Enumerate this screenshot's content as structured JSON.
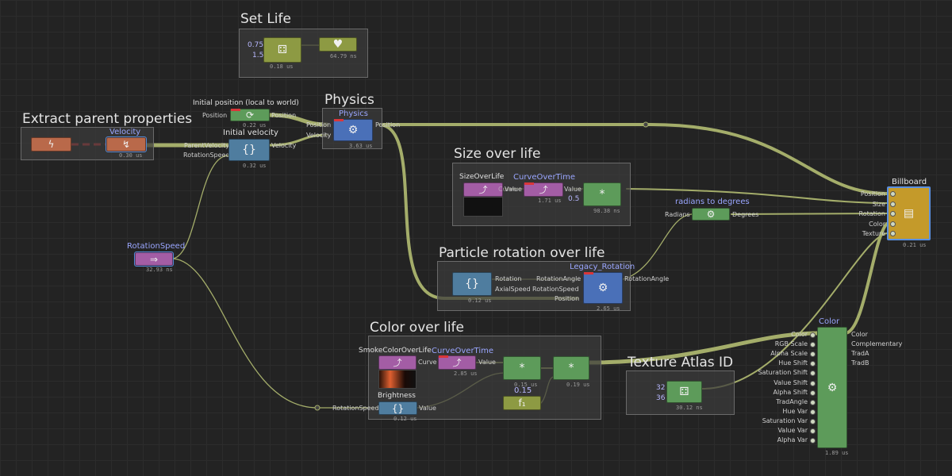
{
  "groups": {
    "set_life": "Set Life",
    "extract_parent": "Extract parent properties",
    "physics": "Physics",
    "size_over_life": "Size over life",
    "particle_rotation": "Particle rotation over life",
    "color_over_life": "Color over life",
    "texture_atlas": "Texture Atlas ID"
  },
  "nodes": {
    "set_life": {
      "in1": "0.75",
      "in2": "1.5",
      "time1": "0.18 us",
      "time2": "64.79 ns"
    },
    "velocity": {
      "title": "Velocity",
      "time": "0.30 us"
    },
    "initial_position": {
      "title": "Initial position (local to world)",
      "in": "Position",
      "out": "Position",
      "time": "0.22 us"
    },
    "initial_velocity": {
      "title": "Initial velocity",
      "in1": "ParentVelocity",
      "in2": "RotationSpeed",
      "out": "Velocity",
      "time": "0.32 us"
    },
    "physics": {
      "title": "Physics",
      "in1": "Position",
      "in2": "Velocity",
      "out": "Position",
      "time": "3.63 us"
    },
    "size_over_life": {
      "title": "SizeOverLife",
      "curve_title": "CurveOverTime",
      "in": "Value",
      "curve_in": "Curve",
      "curve_out": "Value",
      "mult_in": "0.5",
      "curve_time": "1.71 us",
      "mult_time": "98.38 ns"
    },
    "radians_to_degrees": {
      "title": "radians to degrees",
      "in": "Radians",
      "out": "Degrees"
    },
    "rotation_speed": {
      "title": "RotationSpeed",
      "time": "32.93 ns"
    },
    "legacy_rotation": {
      "title": "Legacy_Rotation",
      "param_out1": "Rotation",
      "param_out2": "AxialSpeed",
      "in1": "RotationAngle",
      "in2": "RotationSpeed",
      "in3": "Position",
      "out": "RotationAngle",
      "time": "2.65 us",
      "param_time": "0.12 us"
    },
    "color_over_life": {
      "title": "SmokeColorOverLife",
      "curve_title": "CurveOverTime",
      "curve_in": "Curve",
      "curve_out": "Value",
      "curve_time": "2.85 us",
      "mult1_time": "0.15 us",
      "mult2_time": "0.19 us",
      "const": "0.15"
    },
    "brightness": {
      "title": "Brightness",
      "in": "RotationSpeed",
      "out": "Value",
      "time": "0.12 us"
    },
    "texture_atlas": {
      "in1": "32",
      "in2": "36",
      "time": "30.12 ns"
    },
    "color": {
      "title": "Color",
      "time": "1.89 us",
      "inputs": [
        "Color",
        "RGB Scale",
        "Alpha Scale",
        "Hue Shift",
        "Saturation Shift",
        "Value Shift",
        "Alpha Shift",
        "TradAngle",
        "Hue Var",
        "Saturation Var",
        "Value Var",
        "Alpha Var"
      ],
      "outputs": [
        "Color",
        "Complementary",
        "TradA",
        "TradB"
      ]
    },
    "billboard": {
      "title": "Billboard",
      "inputs": [
        "Position",
        "Size",
        "Rotation",
        "Color",
        "Texture"
      ],
      "time": "0.21 us"
    }
  },
  "colors": {
    "background": "#232323",
    "group_bg": "#3c3c3c",
    "wire": "#a4ad6a",
    "node_green": "#5d9b5a",
    "node_blue": "#4a70b8",
    "node_purple": "#a35da5",
    "node_orange": "#b9694a",
    "node_gold": "#c49a2a",
    "accent_red": "#d9363a",
    "node_title": "#9aa6ff"
  },
  "icons": {
    "set_life_random": "random-icon",
    "set_life_heart": "heart-icon",
    "velocity": "velocity-icon",
    "initial_position": "transform-icon",
    "braces": "braces-icon",
    "gear": "gear-icon",
    "curve": "curve-icon",
    "multiply": "asterisk-icon",
    "function": "function-icon",
    "rotation_speed": "arrow-right-icon",
    "billboard": "billboard-icon"
  }
}
